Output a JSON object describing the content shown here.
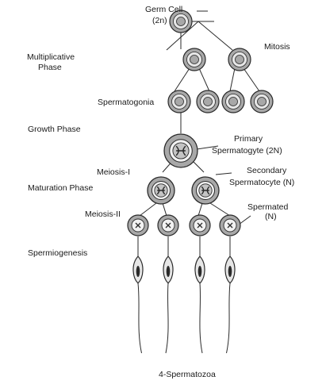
{
  "labels": {
    "germ_cell_line1": "Germ Cell",
    "germ_cell_line2": "(2n)",
    "mitosis": "Mitosis",
    "multiplicative_line1": "Multiplicative",
    "multiplicative_line2": "Phase",
    "spermatogonia": "Spermatogonia",
    "growth_phase": "Growth Phase",
    "primary_line1": "Primary",
    "primary_line2": "Spermatogyte (2N)",
    "meiosis_1": "Meiosis-I",
    "secondary_line1": "Secondary",
    "secondary_line2": "Spermatocyte (N)",
    "maturation_phase": "Maturation Phase",
    "meiosis_2": "Meiosis-II",
    "spermated_line1": "Spermated",
    "spermated_line2": "(N)",
    "spermiogenesis": "Spermiogenesis",
    "spermatozoa": "4-Spermatozoa"
  },
  "colors": {
    "outline": "#2a2a2a",
    "cell_fill": "#a8a8a8",
    "cell_ring": "#e6e6e6",
    "nucleus_fill": "#c4c4c4"
  }
}
